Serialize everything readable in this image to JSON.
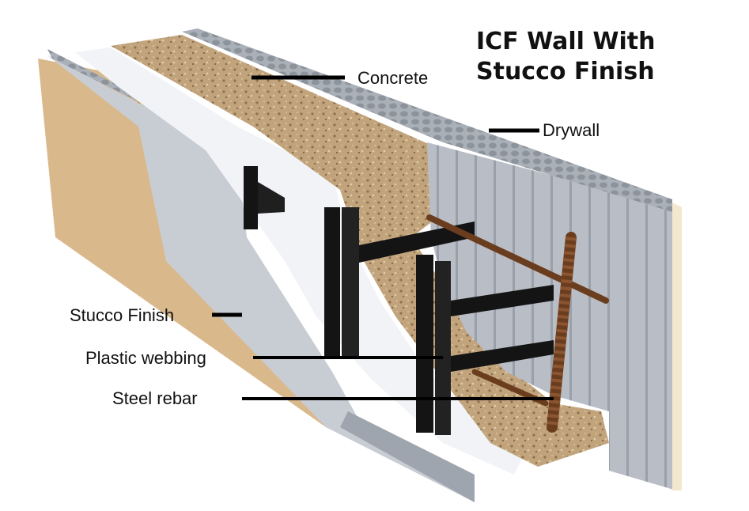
{
  "title_line1": "ICF Wall With",
  "title_line2": "Stucco Finish",
  "labels": {
    "concrete": "Concrete",
    "drywall": "Drywall",
    "stucco": "Stucco Finish",
    "webbing": "Plastic webbing",
    "rebar": "Steel rebar"
  },
  "colors": {
    "stucco": "#d9b98c",
    "foam": "#c7cbd2",
    "concrete": "#b89d78",
    "webbing": "#141414",
    "rebar": "#6b3d1f",
    "drywall": "#f3e7cf"
  }
}
